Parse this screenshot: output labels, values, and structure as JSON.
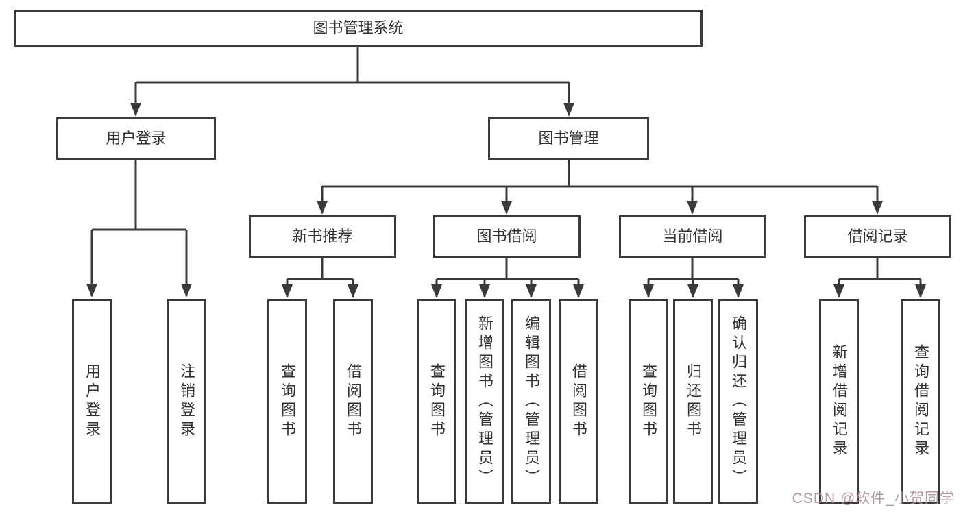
{
  "diagram": {
    "title": "图书管理系统",
    "user_branch": {
      "label": "用户登录",
      "leaves": [
        "用户登录",
        "注销登录"
      ]
    },
    "book_branch": {
      "label": "图书管理",
      "groups": [
        {
          "label": "新书推荐",
          "leaves": [
            "查询图书",
            "借阅图书"
          ]
        },
        {
          "label": "图书借阅",
          "leaves": [
            "查询图书",
            "新增图书（管理员）",
            "编辑图书（管理员）",
            "借阅图书"
          ]
        },
        {
          "label": "当前借阅",
          "leaves": [
            "查询图书",
            "归还图书",
            "确认归还（管理员）"
          ]
        },
        {
          "label": "借阅记录",
          "leaves": [
            "新增借阅记录",
            "查询借阅记录"
          ]
        }
      ]
    }
  },
  "watermark": {
    "text": "CSDN @软件_小贺同学"
  },
  "colors": {
    "line": "#3a3a3c",
    "text": "#323234",
    "watermark": "#ab9196",
    "background": "#ffffff"
  }
}
